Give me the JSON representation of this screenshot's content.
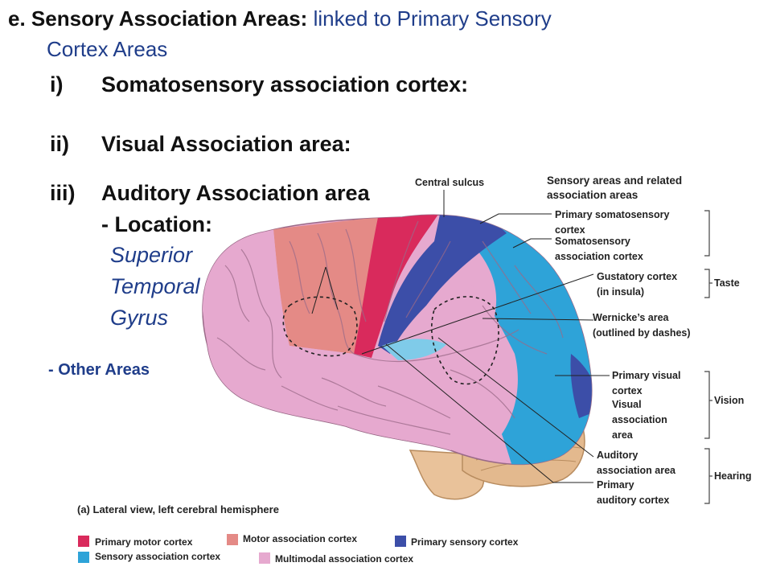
{
  "heading": {
    "prefix": "e.",
    "bold": "Sensory Association Areas:",
    "rest": "linked to Primary Sensory",
    "cont": "Cortex Areas"
  },
  "items": [
    {
      "num": "i)",
      "text": "Somatosensory association cortex:"
    },
    {
      "num": "ii)",
      "text": "Visual Association area:"
    },
    {
      "num": "iii)",
      "text": "Auditory Association area"
    }
  ],
  "location": {
    "label": "- Location:",
    "lines": [
      "Superior",
      "Temporal",
      "Gyrus"
    ]
  },
  "other": "- Other Areas",
  "figure": {
    "central_sulcus": "Central sulcus",
    "legend_title": [
      "Sensory areas and related",
      "association areas"
    ],
    "labels": {
      "prim_somato": [
        "Primary somatosensory",
        "cortex"
      ],
      "somato_assoc": [
        "Somatosensory",
        "association cortex"
      ],
      "gustatory": [
        "Gustatory cortex",
        "(in insula)"
      ],
      "wernicke": [
        "Wernicke’s area",
        "(outlined by dashes)"
      ],
      "prim_visual": [
        "Primary visual",
        "cortex"
      ],
      "visual_assoc": [
        "Visual",
        "association",
        "area"
      ],
      "aud_assoc": [
        "Auditory",
        "association area"
      ],
      "prim_aud": [
        "Primary",
        "auditory cortex"
      ]
    },
    "groups": {
      "taste": "Taste",
      "vision": "Vision",
      "hearing": "Hearing"
    },
    "caption": "(a) Lateral view, left cerebral hemisphere"
  },
  "legend": [
    {
      "label": "Primary motor cortex",
      "color": "#d92a5c"
    },
    {
      "label": "Motor association cortex",
      "color": "#e48a86"
    },
    {
      "label": "Primary sensory cortex",
      "color": "#3c4ea8"
    },
    {
      "label": "Sensory association cortex",
      "color": "#2ea3d8"
    },
    {
      "label": "Multimodal association cortex",
      "color": "#e6a9cf"
    }
  ]
}
